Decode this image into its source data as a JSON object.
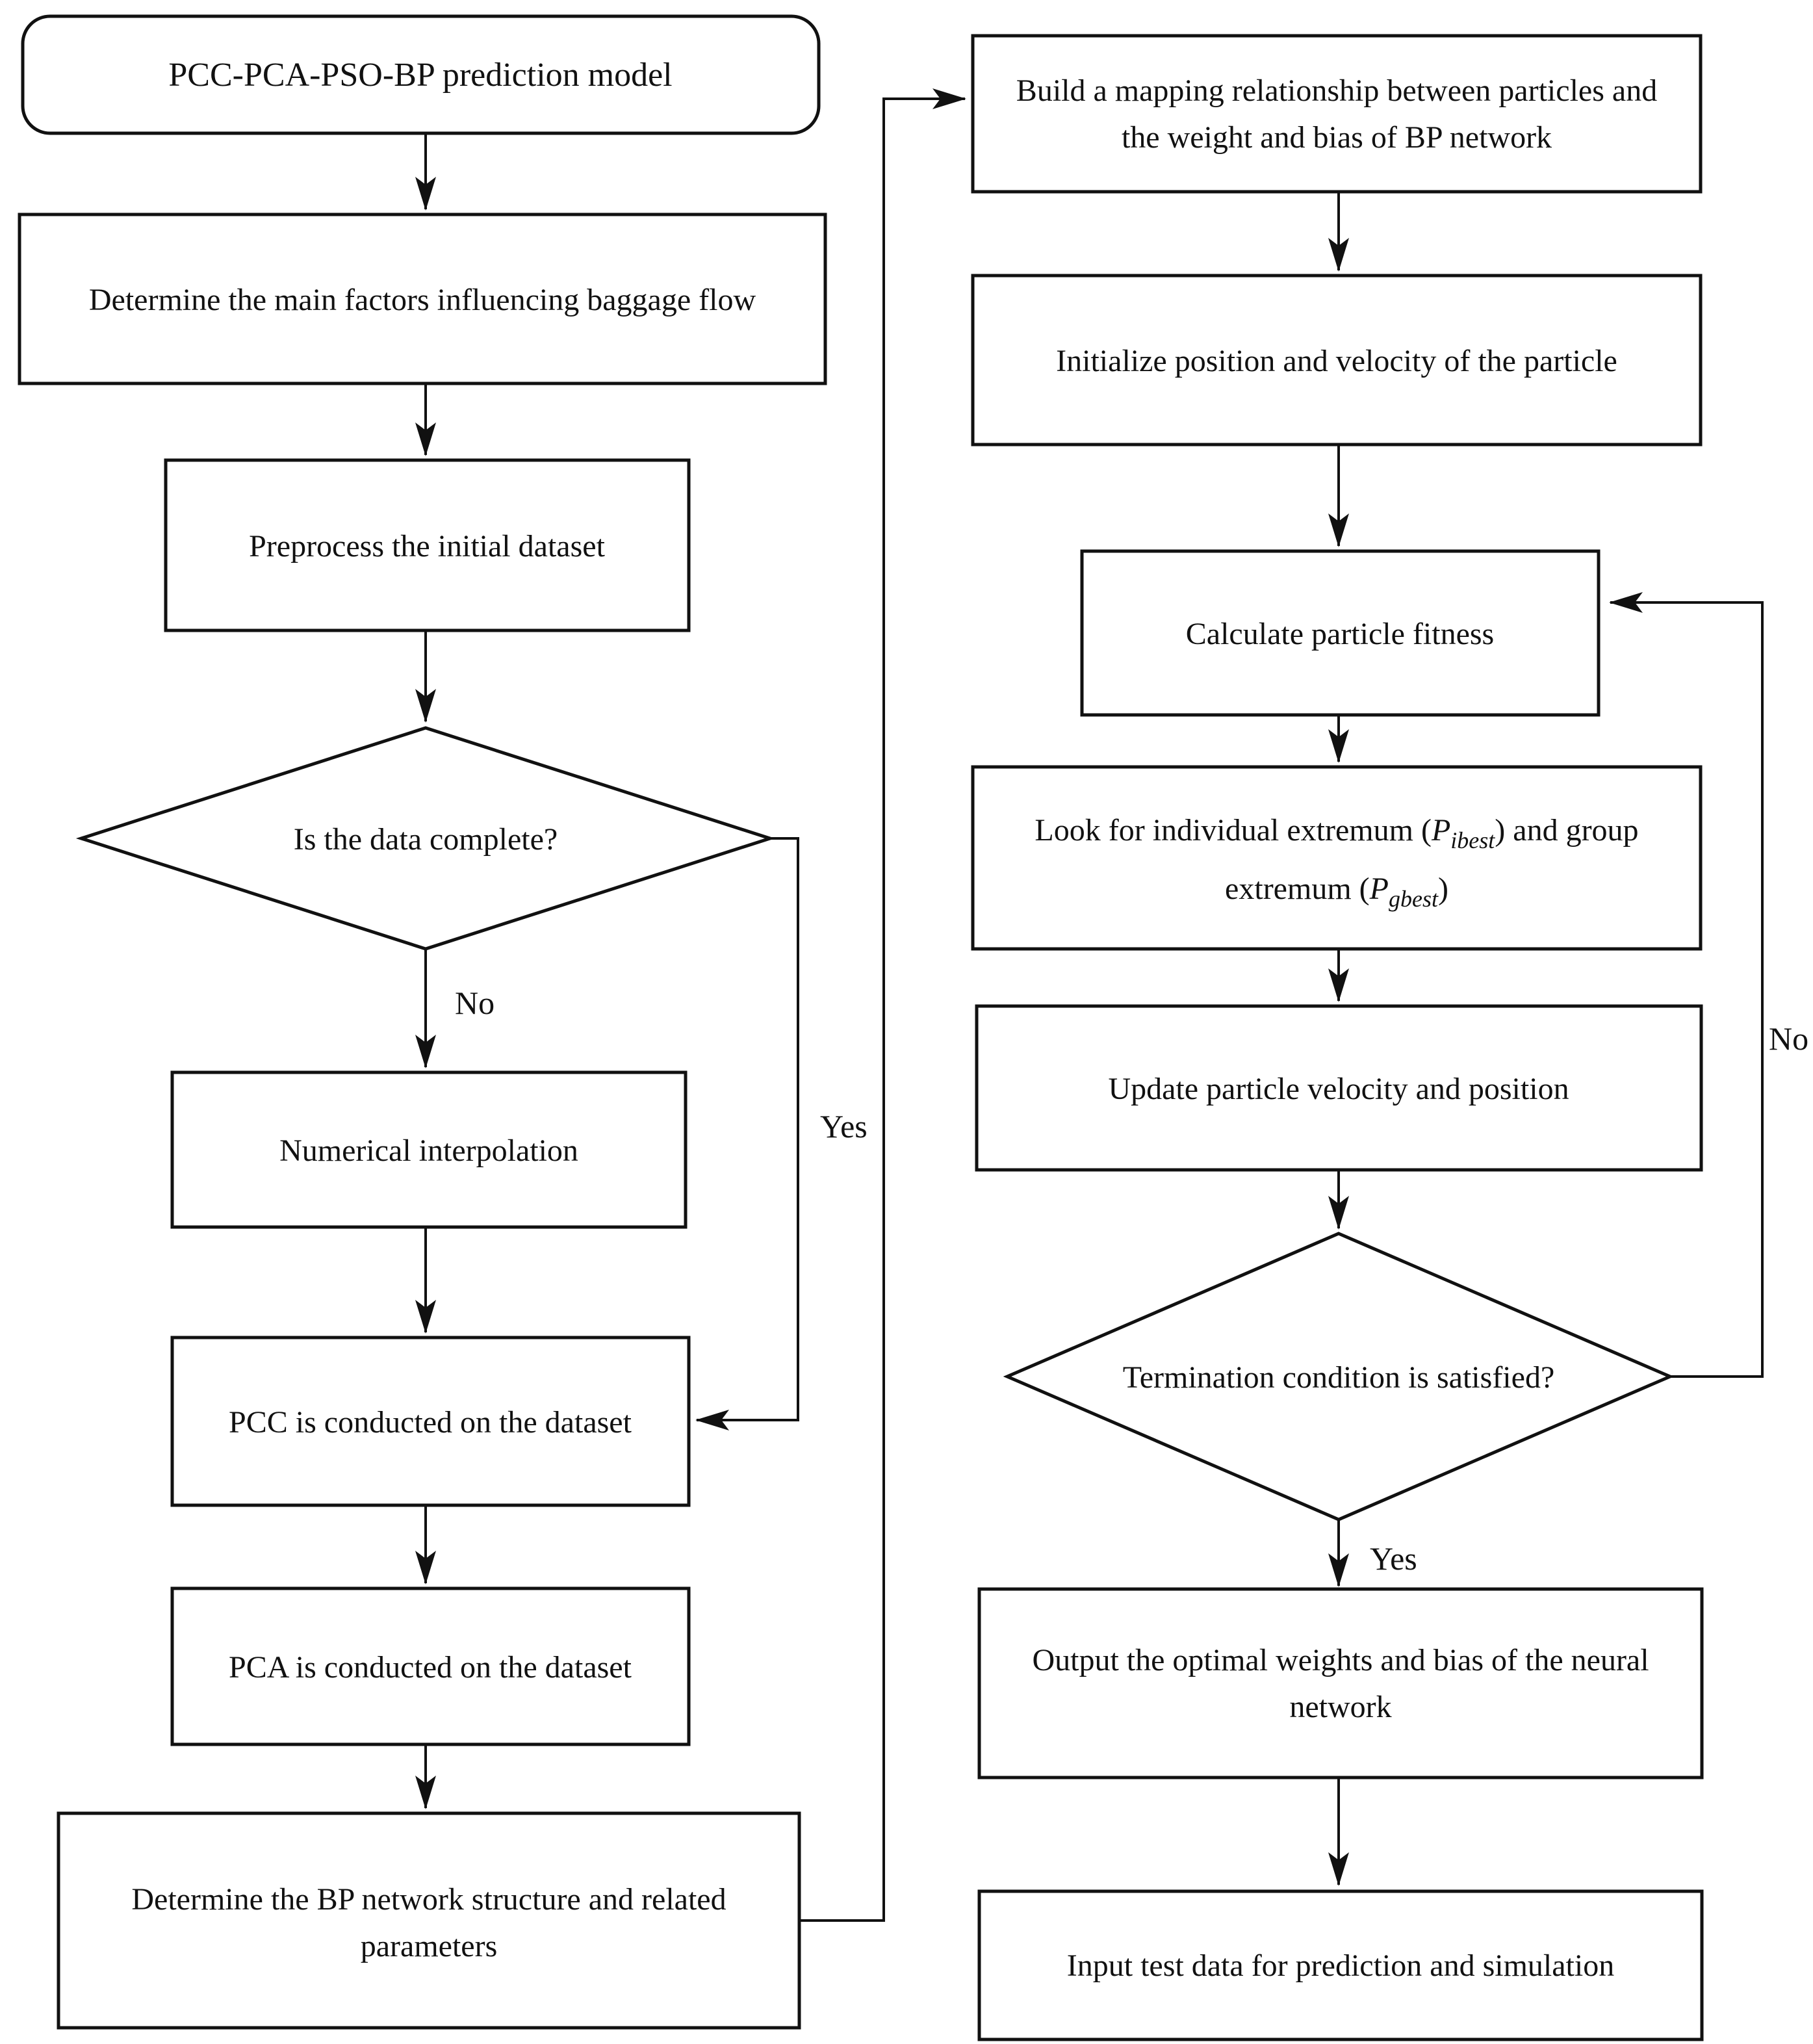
{
  "diagram": {
    "kind": "flowchart",
    "colors": {
      "line": "#111111",
      "box_fill": "#ffffff",
      "text": "#111111"
    }
  },
  "left": {
    "start": "PCC-PCA-PSO-BP prediction model",
    "determine_factors": "Determine the main factors influencing baggage flow",
    "preprocess": "Preprocess the initial dataset",
    "decision_data_complete": "Is the data complete?",
    "label_no": "No",
    "label_yes": "Yes",
    "numerical_interpolation": "Numerical interpolation",
    "pcc": "PCC is conducted on the dataset",
    "pca": "PCA is conducted on the dataset",
    "determine_bp_line1": "Determine the BP network structure and related",
    "determine_bp_line2": "parameters"
  },
  "right": {
    "build_mapping_line1": "Build a mapping relationship between particles and",
    "build_mapping_line2": "the weight and bias of BP network",
    "initialize": "Initialize position and velocity of the particle",
    "calculate_fitness": "Calculate particle fitness",
    "extremum_line1_prefix": "Look for individual extremum (",
    "extremum_p1": "P",
    "extremum_sub1": "ibest",
    "extremum_line1_suffix": ") and group",
    "extremum_line2_prefix": "extremum (",
    "extremum_p2": "P",
    "extremum_sub2": "gbest",
    "extremum_line2_suffix": ")",
    "update": "Update particle velocity and position",
    "decision_termination": "Termination condition is satisfied?",
    "label_no": "No",
    "label_yes": "Yes",
    "output_line1": "Output the optimal weights and bias of the neural",
    "output_line2": "network",
    "input_test": "Input test data for prediction and simulation"
  }
}
